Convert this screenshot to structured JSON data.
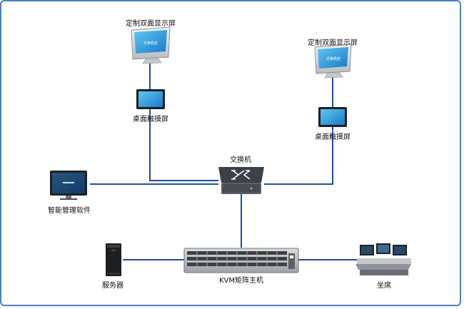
{
  "nodes": {
    "display_left": {
      "label": "定制双面显示屏",
      "screen_text": "交换机控"
    },
    "display_right": {
      "label": "定制双面显示屏",
      "screen_text": "交换机控"
    },
    "touch_left": {
      "label": "桌面触摸屏"
    },
    "touch_right": {
      "label": "桌面触摸屏"
    },
    "switch": {
      "label": "交换机"
    },
    "mgmt_software": {
      "label": "智能管理软件"
    },
    "kvm": {
      "label": "KVM矩阵主机"
    },
    "server": {
      "label": "服务器"
    },
    "seat": {
      "label": "坐席"
    }
  },
  "colors": {
    "line": "#1f4e9c",
    "frame": "#4a7fc1"
  }
}
